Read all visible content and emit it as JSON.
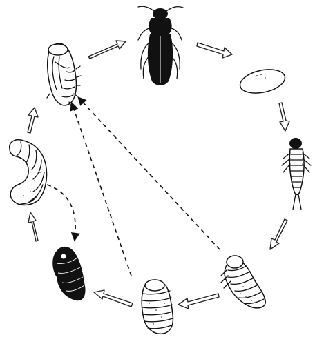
{
  "diagram": {
    "stages": [
      {
        "id": "adult",
        "name": "adult-beetle-figure"
      },
      {
        "id": "egg",
        "name": "egg-figure"
      },
      {
        "id": "larva-1",
        "name": "triungulin-larva-figure"
      },
      {
        "id": "larva-2",
        "name": "grub-larva-figure"
      },
      {
        "id": "larva-3",
        "name": "grub-larva-second-figure"
      },
      {
        "id": "coarctate",
        "name": "coarctate-larva-figure"
      },
      {
        "id": "larva-4",
        "name": "curled-grub-figure"
      },
      {
        "id": "pupa",
        "name": "pupa-figure"
      }
    ],
    "colors": {
      "ink": "#111111",
      "arrow_fill": "#ffffff",
      "background": "#ffffff"
    }
  }
}
